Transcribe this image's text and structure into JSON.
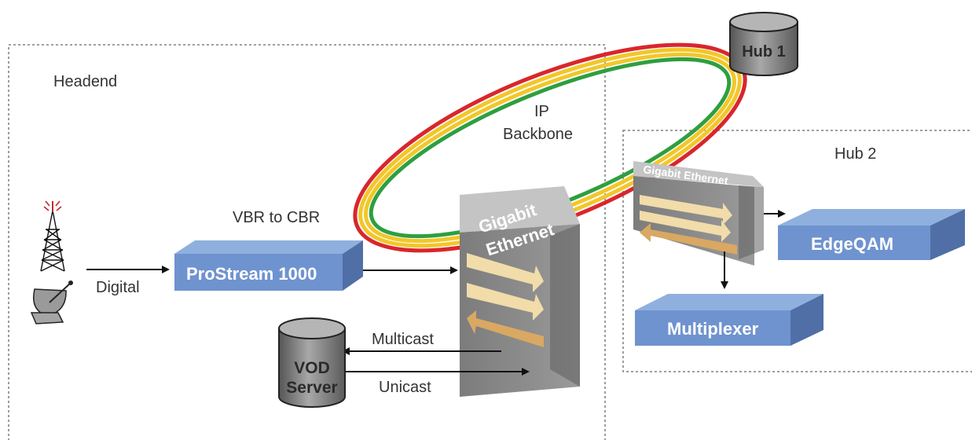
{
  "regions": {
    "headend": "Headend",
    "hub2": "Hub 2"
  },
  "backbone": {
    "line1": "IP",
    "line2": "Backbone",
    "ring_colors": [
      "#d9262c",
      "#f2c72a",
      "#f2c72a",
      "#2e9f3f"
    ]
  },
  "nodes": {
    "hub1": "Hub 1",
    "prostream": "ProStream 1000",
    "vod_line1": "VOD",
    "vod_line2": "Server",
    "gige_main_line1": "Gigabit",
    "gige_main_line2": "Ethernet",
    "gige_hub2": "Gigabit Ethernet",
    "edgeqam": "EdgeQAM",
    "multiplexer": "Multiplexer"
  },
  "edges": {
    "digital": "Digital",
    "vbr_cbr": "VBR to CBR",
    "multicast": "Multicast",
    "unicast": "Unicast"
  },
  "icons": {
    "tower": "antenna-tower-icon",
    "dish": "satellite-dish-icon"
  },
  "colors": {
    "box_front": "#6f93cf",
    "box_top": "#8fb0de",
    "box_side": "#4f6fa6",
    "switch_front": "#8a8a8a",
    "switch_top": "#c4c4c4",
    "switch_side": "#5a5a5a",
    "arrow_light": "#f1dcaa",
    "arrow_dark": "#d9a862"
  }
}
